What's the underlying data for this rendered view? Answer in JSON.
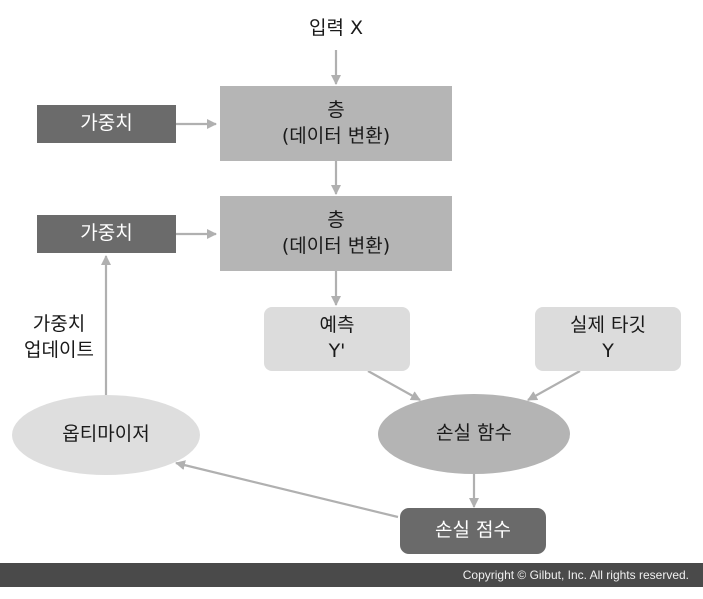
{
  "input_label": "입력 X",
  "layer1": {
    "line1": "층",
    "line2": "(데이터 변환)"
  },
  "layer2": {
    "line1": "층",
    "line2": "(데이터 변환)"
  },
  "weights1": "가중치",
  "weights2": "가중치",
  "weight_update": {
    "line1": "가중치",
    "line2": "업데이트"
  },
  "prediction": {
    "line1": "예측",
    "line2": "Y'"
  },
  "target": {
    "line1": "실제 타깃",
    "line2": "Y"
  },
  "loss_function": "손실 함수",
  "optimizer": "옵티마이저",
  "loss_score": "손실 점수",
  "copyright": "Copyright © Gilbut, Inc. All rights reserved.",
  "colors": {
    "dark_box": "#6b6b6b",
    "layer_box": "#b5b5b5",
    "light_box": "#dcdcdc",
    "arrow": "#b0b0b0",
    "footer": "#4a4a4a"
  }
}
